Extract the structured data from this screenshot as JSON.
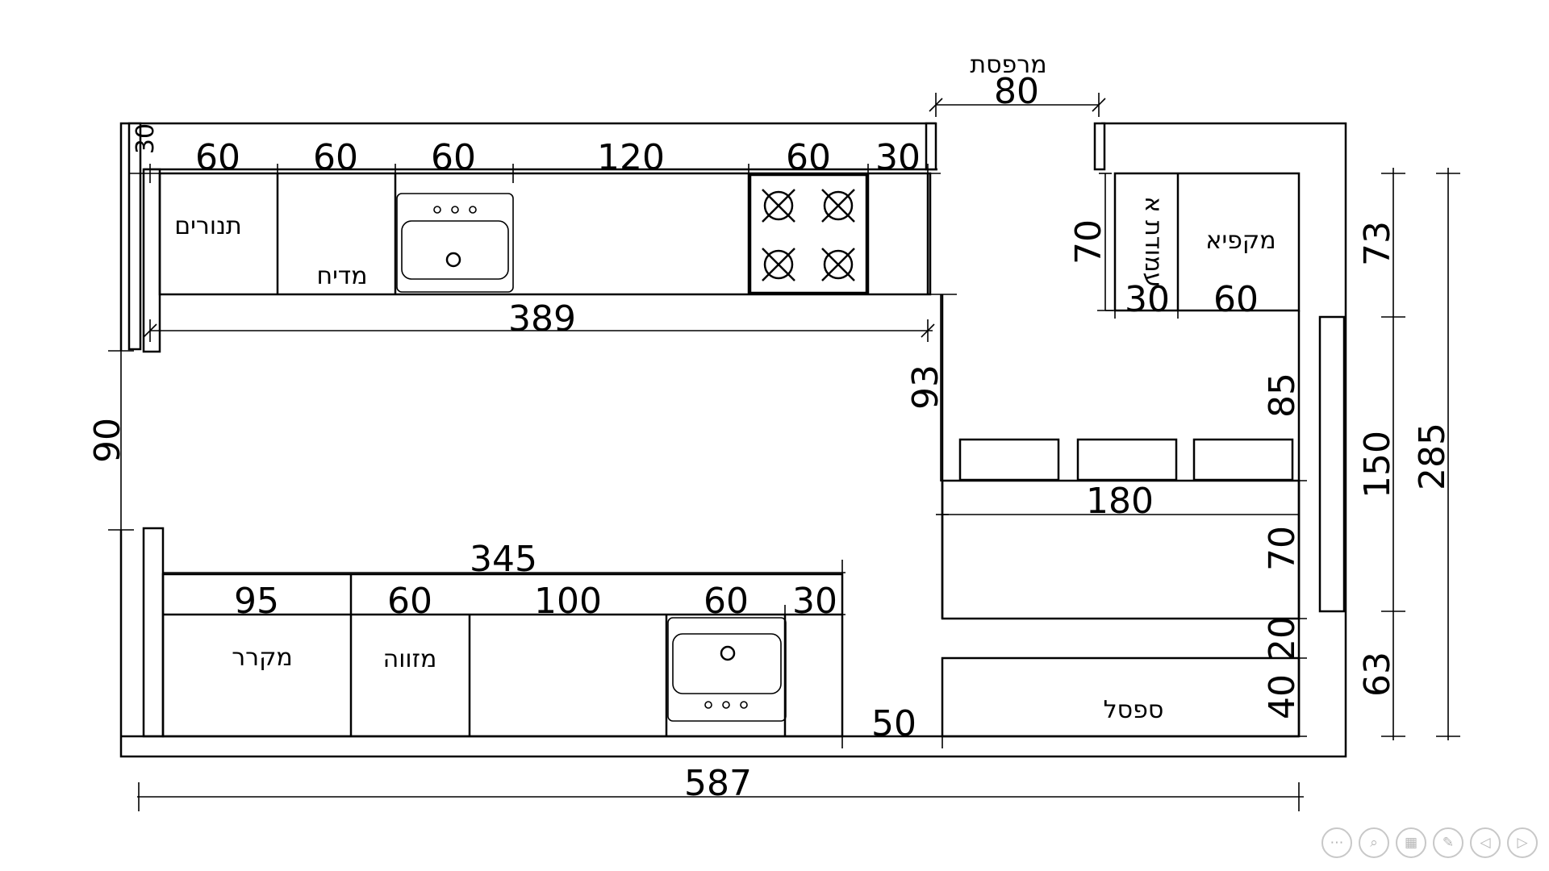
{
  "plan": {
    "labels": {
      "balcony": "מרפסת",
      "ovens": "תנורים",
      "dishwasher": "מדיח",
      "coffee_machine": "מקפיא",
      "rotated_unit": "עמודת א",
      "fridge": "מקרר",
      "pantry": "מזווה",
      "bench": "ספסל"
    },
    "dims": {
      "d80_balcony": "80",
      "d30_left": "30",
      "d60_a": "60",
      "d60_b": "60",
      "d60_c": "60",
      "d120": "120",
      "d60_d": "60",
      "d30_top": "30",
      "d389": "389",
      "d90": "90",
      "d93": "93",
      "d70_tall": "70",
      "d30_tall": "30",
      "d60_tall": "60",
      "d85": "85",
      "d180": "180",
      "d70_table": "70",
      "d20": "20",
      "d40": "40",
      "d50": "50",
      "d345": "345",
      "d95": "95",
      "d60_e": "60",
      "d100": "100",
      "d60_f": "60",
      "d30_bottom": "30",
      "d587": "587",
      "d73": "73",
      "d150": "150",
      "d63": "63",
      "d285": "285"
    }
  },
  "nav": {
    "more": "⋯",
    "zoom": "⌕",
    "slides": "▦",
    "pen": "✎",
    "prev": "◁",
    "next": "▷"
  }
}
